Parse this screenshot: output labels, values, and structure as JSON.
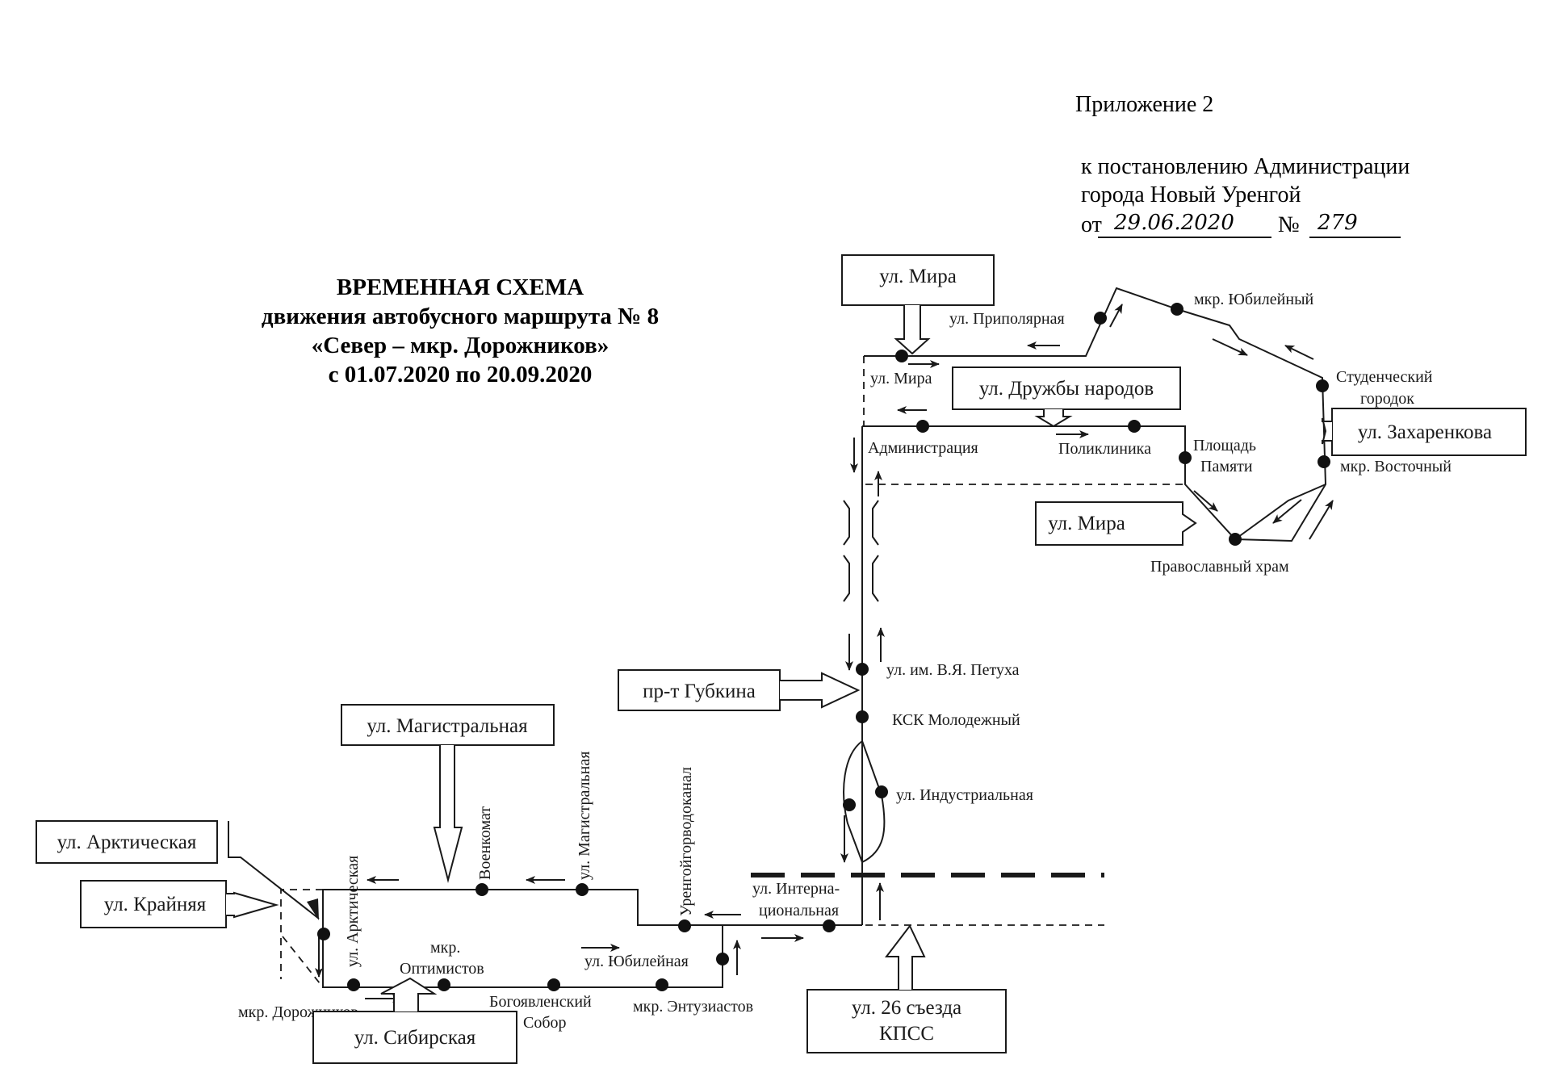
{
  "header": {
    "appendix": "Приложение 2",
    "line1": "к постановлению Администрации",
    "line2": "города Новый Уренгой",
    "date_prefix": "от",
    "date_value": "29.06.2020",
    "number_prefix": "№",
    "number_value": "279"
  },
  "title": {
    "line1": "ВРЕМЕННАЯ СХЕМА",
    "line2": "движения автобусного маршрута № 8",
    "line3": "«Север – мкр. Дорожников»",
    "line4": "с 01.07.2020 по 20.09.2020"
  },
  "street_boxes": {
    "mira_top": "ул. Мира",
    "druzhby": "ул. Дружбы народов",
    "zakharenkova": "ул. Захаренкова",
    "mira_mid": "ул. Мира",
    "gubkina": "пр-т Губкина",
    "magistralnaya": "ул. Магистральная",
    "arkticheskaya": "ул. Арктическая",
    "krainyaya": "ул. Крайняя",
    "sibirskaya": "ул. Сибирская",
    "kpss_line1": "ул. 26 съезда",
    "kpss_line2": "КПСС"
  },
  "stops": {
    "prepolyarnaya": "ул. Приполярная",
    "yubileyny": "мкр. Юбилейный",
    "studgorodok_1": "Студенческий",
    "studgorodok_2": "городок",
    "mira": "ул.  Мира",
    "administratsiya": "Администрация",
    "poliklinika": "Поликлиника",
    "ploshchad_1": "Площадь",
    "ploshchad_2": "Памяти",
    "vostochny": "мкр. Восточный",
    "khram": "Православный храм",
    "petukha": "ул. им. В.Я. Петуха",
    "ksk": "КСК Молодежный",
    "industrialnaya": "ул. Индустриальная",
    "internatsionalnaya_1": "ул. Интерна-",
    "internatsionalnaya_2": "циональная",
    "urengoygorvodokanal": "Уренгойгорводоканал",
    "magistralnaya_stop": "ул. Магистральная",
    "voenkomat": "Военкомат",
    "arkticheskaya_stop": "ул. Арктическая",
    "dorozhnikov": "мкр. Дорожников",
    "optimistov_1": "мкр.",
    "optimistov_2": "Оптимистов",
    "bogoyavlensky_1": "Богоявленский",
    "bogoyavlensky_2": "Собор",
    "yubileynaya": "ул. Юбилейная",
    "entuziastov": "мкр. Энтузиастов"
  },
  "colors": {
    "ink": "#1a1a1a",
    "paper": "#ffffff"
  }
}
